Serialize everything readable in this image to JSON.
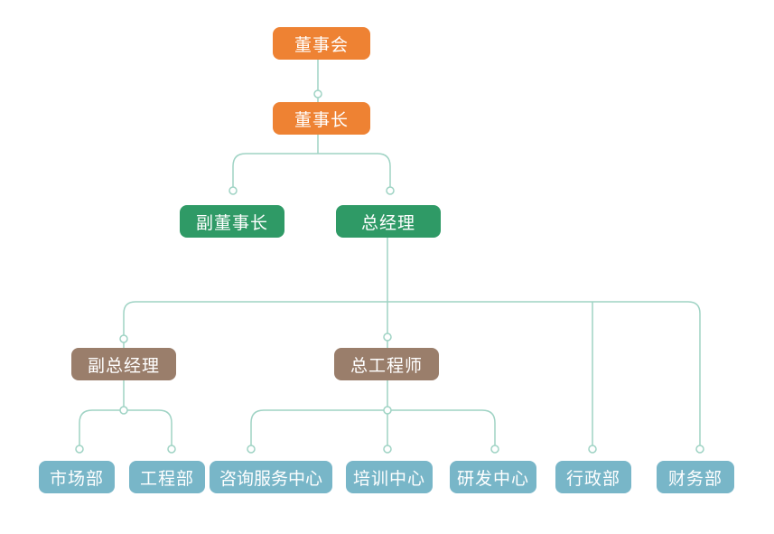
{
  "colors": {
    "top": "#ee8233",
    "executive": "#2f9a66",
    "manager": "#9a7e6b",
    "department": "#78b6c8",
    "connector": "#9fd3c4"
  },
  "nodes": {
    "board": "董事会",
    "chairman": "董事长",
    "vice_chairman": "副董事长",
    "general_manager": "总经理",
    "deputy_general_manager": "副总经理",
    "chief_engineer": "总工程师",
    "marketing_dept": "市场部",
    "engineering_dept": "工程部",
    "consulting_center": "咨询服务中心",
    "training_center": "培训中心",
    "rnd_center": "研发中心",
    "admin_dept": "行政部",
    "finance_dept": "财务部"
  }
}
